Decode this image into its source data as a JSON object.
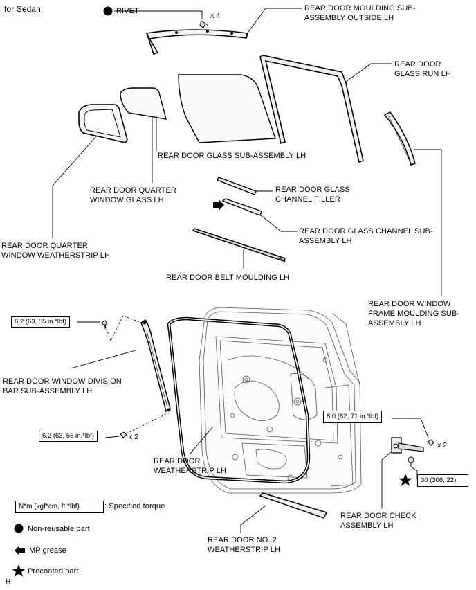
{
  "header": {
    "variant_label": "for Sedan:"
  },
  "parts": {
    "rivet": "RIVET",
    "rivet_qty": "x 4",
    "moulding_outside": [
      "REAR DOOR MOULDING SUB-",
      "ASSEMBLY OUTSIDE LH"
    ],
    "glass_run": [
      "REAR DOOR",
      "GLASS RUN LH"
    ],
    "glass_sub_assembly": "REAR DOOR GLASS SUB-ASSEMBLY LH",
    "quarter_window_glass": [
      "REAR DOOR QUARTER",
      "WINDOW GLASS LH"
    ],
    "channel_filler": [
      "REAR DOOR GLASS",
      "CHANNEL FILLER"
    ],
    "channel_sub_assembly": [
      "REAR DOOR GLASS CHANNEL SUB-",
      "ASSEMBLY LH"
    ],
    "quarter_weatherstrip": [
      "REAR DOOR QUARTER",
      "WINDOW WEATHERSTRIP LH"
    ],
    "belt_moulding": "REAR DOOR BELT MOULDING LH",
    "frame_moulding": [
      "REAR DOOR WINDOW",
      "FRAME MOULDING SUB-",
      "ASSEMBLY LH"
    ],
    "division_bar": [
      "REAR DOOR WINDOW DIVISION",
      "BAR SUB-ASSEMBLY LH"
    ],
    "weatherstrip": [
      "REAR DOOR",
      "WEATHERSTRIP LH"
    ],
    "check_assembly": [
      "REAR DOOR CHECK",
      "ASSEMBLY LH"
    ],
    "no2_weatherstrip": [
      "REAR DOOR NO. 2",
      "WEATHERSTRIP LH"
    ]
  },
  "torques": {
    "division_bar_top": "6.2 (63, 55 in.*lbf)",
    "division_bar_bottom": "6.2 (63, 55 in.*lbf)",
    "division_bar_bottom_qty": "x 2",
    "check_nut": "8.0 (82, 71 in.*lbf)",
    "check_nut_qty": "x 2",
    "check_bolt": "30 (306, 22)"
  },
  "legend": {
    "torque_unit_box": "N*m (kgf*cm, ft.*lbf)",
    "torque_unit_desc": ": Specified torque",
    "non_reusable": "Non-reusable part",
    "mp_grease": "MP grease",
    "precoated": "Precoated part"
  },
  "footer": {
    "sheet_code": "H"
  },
  "icons": {
    "non_reusable": "filled-circle-icon",
    "mp_grease": "left-arrow-icon",
    "precoated": "star-icon"
  }
}
